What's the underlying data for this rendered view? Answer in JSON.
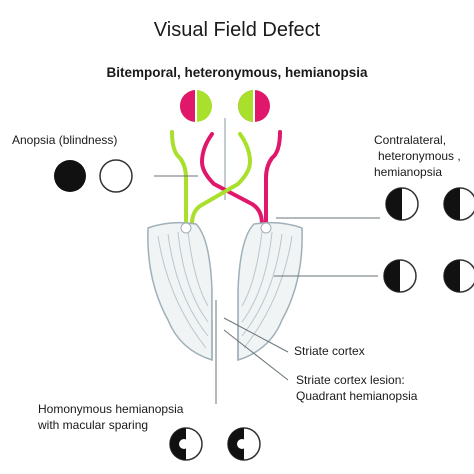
{
  "title": "Visual Field  Defect",
  "subtitle": "Bitemporal, heteronymous, hemianopsia",
  "labels": {
    "anopsia": "Anopsia (blindness)",
    "contralateral": [
      "Contralateral,",
      "heteronymous ,",
      "hemianopsia"
    ],
    "striate_cortex": "Striate cortex",
    "striate_lesion": [
      "Striate cortex lesion:",
      "Quadrant hemianopsia"
    ],
    "homonymous": [
      "Homonymous hemianopsia",
      "with macular sparing"
    ]
  },
  "colors": {
    "green": "#a8e02b",
    "magenta": "#e0176a",
    "black": "#111111",
    "cortex_fill": "#f0f4f5",
    "cortex_stroke": "#9fb0b8"
  },
  "icons": [
    "eye-field-circle",
    "optic-pathway",
    "visual-cortex"
  ]
}
